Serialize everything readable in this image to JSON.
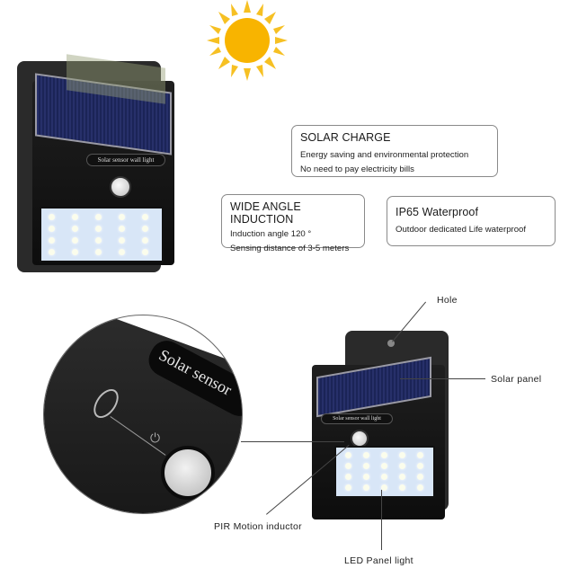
{
  "sun": {
    "icon": "sun-icon",
    "color": "#f8b400"
  },
  "features": [
    {
      "title": "SOLAR CHARGE",
      "lines": [
        "Energy saving and environmental protection",
        "No need to pay electricity bills"
      ]
    },
    {
      "title": "WIDE ANGLE INDUCTION",
      "lines": [
        "Induction angle 120 °",
        "Sensing distance of 3-5 meters"
      ]
    },
    {
      "title": "IP65 Waterproof",
      "lines": [
        "Outdoor dedicated Life waterproof"
      ]
    }
  ],
  "device_top": {
    "label_text": "Solar sensor wall light",
    "led_count": 20
  },
  "zoom_detail": {
    "label_text": "Solar sensor"
  },
  "device_bottom": {
    "label_text": "Solar sensor wall light",
    "led_count": 20
  },
  "callouts": {
    "hole": "Hole",
    "solar_panel": "Solar panel",
    "pir": "PIR Motion inductor",
    "led": "LED Panel light"
  }
}
